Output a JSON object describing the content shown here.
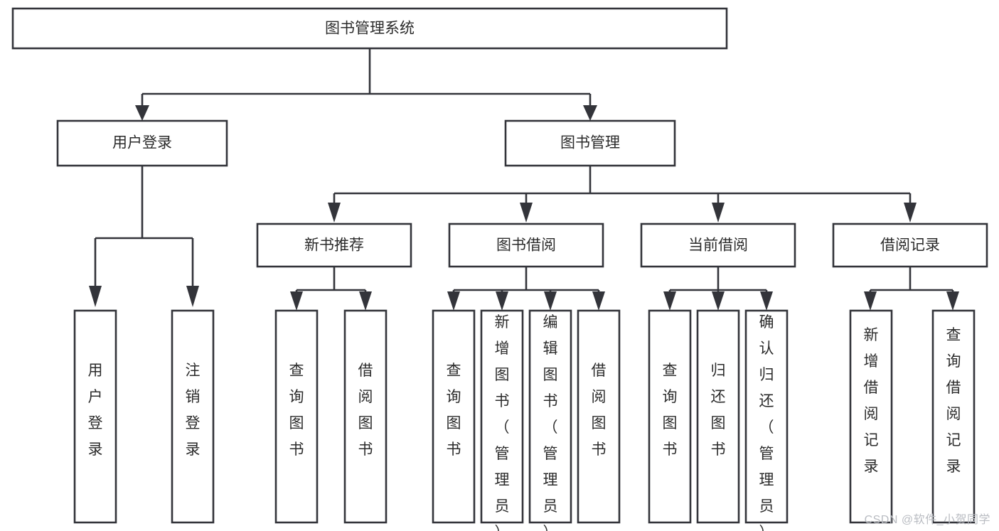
{
  "diagram": {
    "title": "图书管理系统",
    "type": "hierarchy-tree",
    "orientation": "top-down",
    "style": {
      "box_fill": "#ffffff",
      "box_stroke": "#33343a",
      "text_color": "#2b2b2b",
      "background": "#ffffff",
      "watermark_color": "#b9bcc2"
    },
    "root": {
      "label": "图书管理系统"
    },
    "level2": [
      {
        "label": "用户登录"
      },
      {
        "label": "图书管理"
      }
    ],
    "level3": [
      {
        "label": "新书推荐"
      },
      {
        "label": "图书借阅"
      },
      {
        "label": "当前借阅"
      },
      {
        "label": "借阅记录"
      }
    ],
    "leaves": {
      "user_login": [
        {
          "label": "用户登录"
        },
        {
          "label": "注销登录"
        }
      ],
      "new_book_recommend": [
        {
          "label": "查询图书"
        },
        {
          "label": "借阅图书"
        }
      ],
      "book_borrow": [
        {
          "label": "查询图书"
        },
        {
          "label": "新增图书（管理员）"
        },
        {
          "label": "编辑图书（管理员）"
        },
        {
          "label": "借阅图书"
        }
      ],
      "current_borrow": [
        {
          "label": "查询图书"
        },
        {
          "label": "归还图书"
        },
        {
          "label": "确认归还（管理员）"
        }
      ],
      "borrow_record": [
        {
          "label": "新增借阅记录"
        },
        {
          "label": "查询借阅记录"
        }
      ]
    }
  },
  "watermark": {
    "text": "CSDN @软件_小贺同学"
  }
}
